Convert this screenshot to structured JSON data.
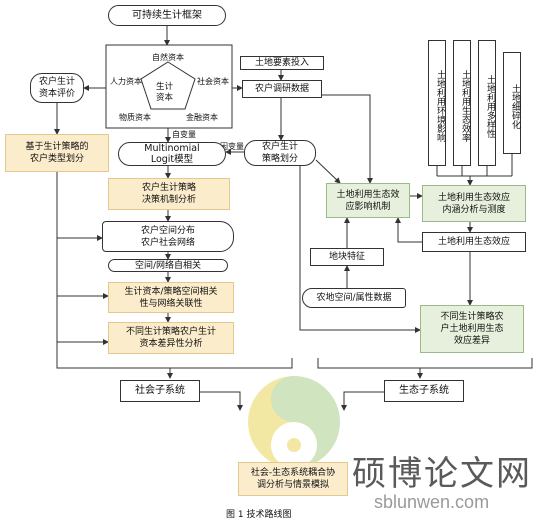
{
  "title": "可持续生计框架",
  "pentagon": {
    "center": "生计\n资本",
    "natural": "自然资本",
    "human": "人力资本",
    "social": "社会资本",
    "physical": "物质资本",
    "financial": "金融资本"
  },
  "left_pill": "农户生计\n资本评价",
  "left_yellow": "基于生计策略的\n农户类型划分",
  "survey_input": "土地要素投入",
  "survey_data": "农户调研数据",
  "vertical_boxes": [
    "土地利用环境影响",
    "土地利用生态效率",
    "土地利用多样性",
    "土地细碎化"
  ],
  "label_independent": "自变量",
  "label_dependent": "因变量",
  "logit": "Multinomial\nLogit模型",
  "strategy_pill": "农户生计\n策略划分",
  "decision": "农户生计策略\n决策机制分析",
  "network": "农户空间分布\n农户社会网络",
  "autocorr": "空间/网络自相关",
  "correlation": "生计资本/策略空间相关\n性与网络关联性",
  "difference_social": "不同生计策略农户生计\n资本差异性分析",
  "eco_mechanism": "土地利用生态效\n应影响机制",
  "eco_connotation": "土地利用生态效应\n内涵分析与测度",
  "eco_effect": "土地利用生态效应",
  "plot_features": "地块特征",
  "plot_attrs": "农地空间/属性数据",
  "eco_difference": "不同生计策略农\n户土地利用生态\n效应差异",
  "social_sub": "社会子系统",
  "eco_sub": "生态子系统",
  "coupling": "社会-生态系统耦合协\n调分析与情景模拟",
  "caption": "图  1 技术路线图",
  "watermark_cn": "硕博论文网",
  "watermark_en": "sblunwen.com"
}
